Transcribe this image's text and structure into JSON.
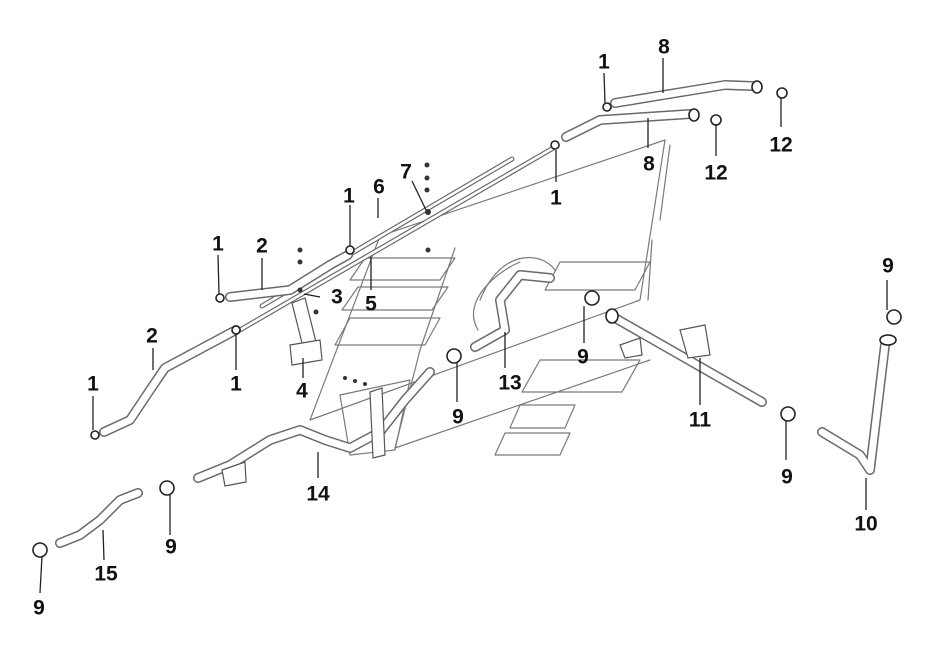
{
  "callouts": [
    {
      "id": "c-1-top-right",
      "text": "1"
    },
    {
      "id": "c-8-top",
      "text": "8"
    },
    {
      "id": "c-12-top",
      "text": "12"
    },
    {
      "id": "c-8-mid",
      "text": "8"
    },
    {
      "id": "c-12-mid",
      "text": "12"
    },
    {
      "id": "c-1-right-mid",
      "text": "1"
    },
    {
      "id": "c-7",
      "text": "7"
    },
    {
      "id": "c-6",
      "text": "6"
    },
    {
      "id": "c-1-center",
      "text": "1"
    },
    {
      "id": "c-1-left-upper",
      "text": "1"
    },
    {
      "id": "c-2-upper",
      "text": "2"
    },
    {
      "id": "c-3",
      "text": "3"
    },
    {
      "id": "c-5",
      "text": "5"
    },
    {
      "id": "c-2-lower",
      "text": "2"
    },
    {
      "id": "c-1-left-mid",
      "text": "1"
    },
    {
      "id": "c-4",
      "text": "4"
    },
    {
      "id": "c-1-left-lower",
      "text": "1"
    },
    {
      "id": "c-9-center",
      "text": "9"
    },
    {
      "id": "c-13",
      "text": "13"
    },
    {
      "id": "c-9-right-mid",
      "text": "9"
    },
    {
      "id": "c-11",
      "text": "11"
    },
    {
      "id": "c-9-far-right",
      "text": "9"
    },
    {
      "id": "c-9-lower-right",
      "text": "9"
    },
    {
      "id": "c-10",
      "text": "10"
    },
    {
      "id": "c-14",
      "text": "14"
    },
    {
      "id": "c-9-lower-left",
      "text": "9"
    },
    {
      "id": "c-15",
      "text": "15"
    },
    {
      "id": "c-9-bottom-left",
      "text": "9"
    }
  ]
}
